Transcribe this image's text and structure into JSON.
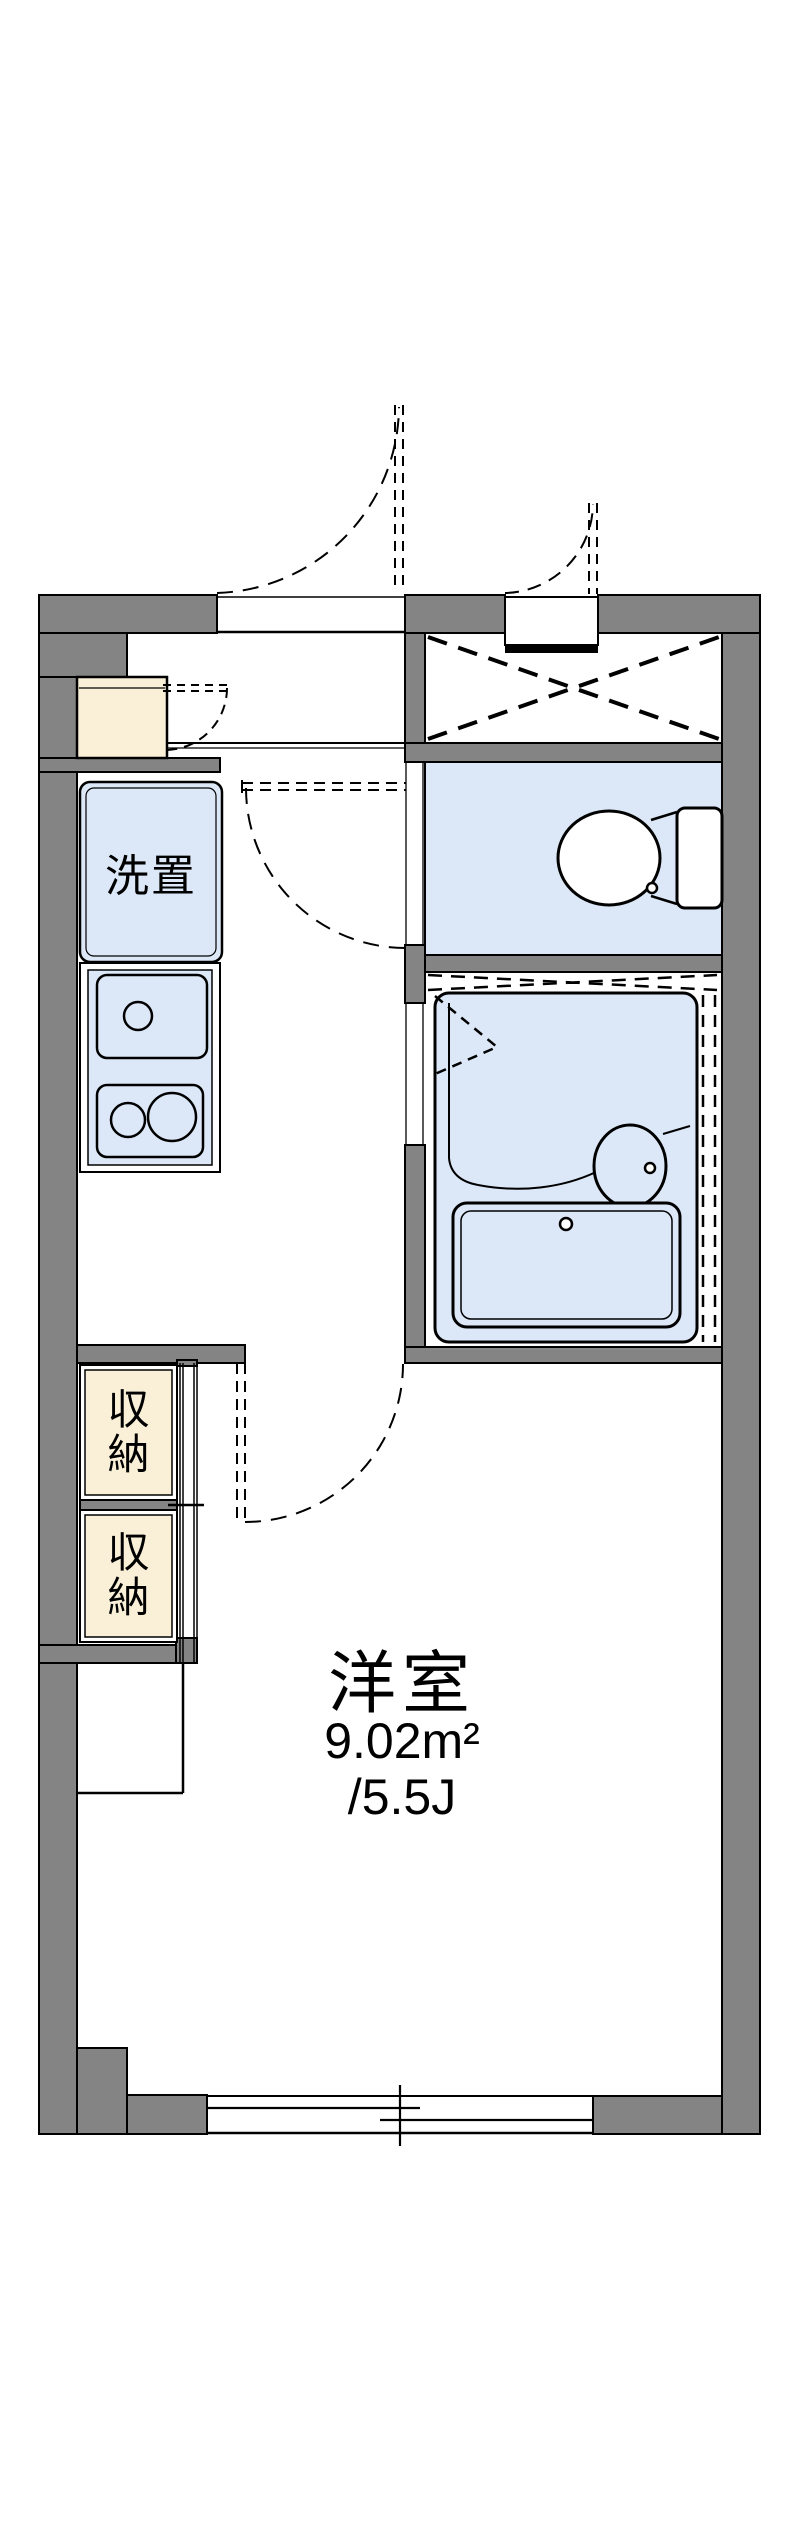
{
  "plan": {
    "colors": {
      "wall": "#848484",
      "outline": "#000000",
      "wet": "#dce8f7",
      "storage": "#faf0d8",
      "floor": "#ffffff"
    },
    "rooms": {
      "western_room": {
        "name": "洋室",
        "area_sqm": "9.02m²",
        "area_tatami": "/5.5J"
      },
      "washer_space": {
        "label": "洗置"
      },
      "storage_upper": {
        "label": "収納"
      },
      "storage_lower": {
        "label": "収納"
      }
    }
  }
}
